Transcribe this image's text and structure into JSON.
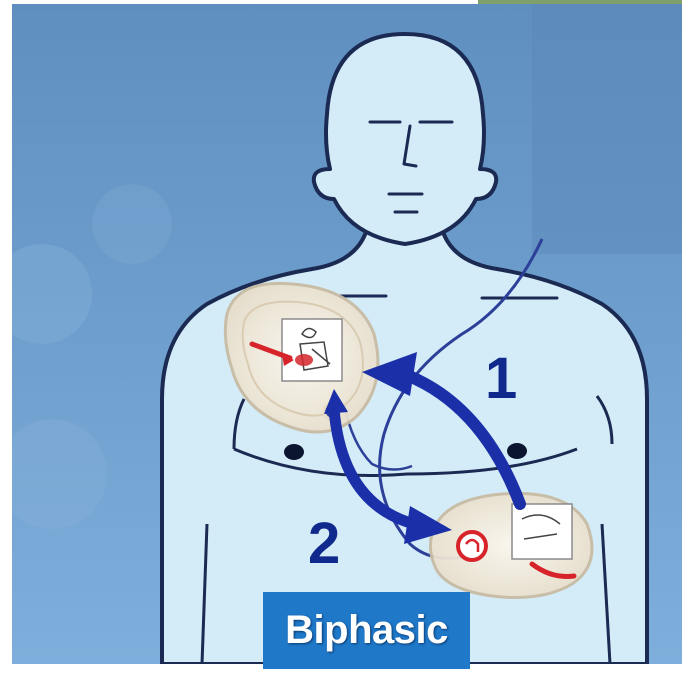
{
  "diagram": {
    "step_one_label": "1",
    "step_two_label": "2",
    "badge_label": "Biphasic",
    "colors": {
      "background_blue": "#6f9fcc",
      "body_fill": "#d4ebf8",
      "outline": "#1b2a52",
      "arrow_blue": "#1a2fa8",
      "label_navy": "#0f2a8c",
      "badge_blue": "#1f78c8",
      "pad_red": "#d6242a"
    },
    "icons": [
      "electrode-pad-icon",
      "curved-arrow-icon",
      "cable-icon"
    ]
  }
}
